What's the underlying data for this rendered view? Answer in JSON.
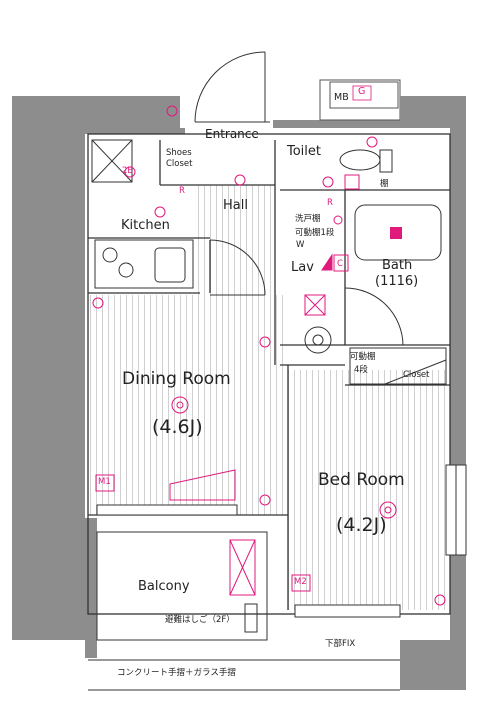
{
  "labels": {
    "entrance": "Entrance",
    "shoes_closet_1": "Shoes",
    "shoes_closet_2": "Closet",
    "toilet": "Toilet",
    "hall": "Hall",
    "kitchen": "Kitchen",
    "lav": "Lav",
    "bath": "Bath",
    "bath_size": "(1116)",
    "dining_room": "Dining Room",
    "dining_size": "(4.6J)",
    "bed_room": "Bed Room",
    "bed_size": "(4.2J)",
    "balcony": "Balcony",
    "closet": "Closet",
    "mb": "MB",
    "g": "G",
    "w": "W",
    "c": "C",
    "r1": "R",
    "r2": "R",
    "m1": "M1",
    "m2": "M2",
    "e_mark": "2E",
    "laundry_shelf_1": "洗戸棚",
    "laundry_shelf_2": "可動棚1段",
    "movable_shelf_1": "可動棚",
    "movable_shelf_2": "4段",
    "toilet_shelf": "棚",
    "escape_ladder": "避難はしご（2F）",
    "lower_fix": "下部FIX",
    "railing": "コンクリート手摺＋ガラス手摺"
  },
  "colors": {
    "wall": "#8a8a8a",
    "line": "#333333",
    "accent": "#e0197d",
    "floor_line": "#bdbdbd"
  }
}
